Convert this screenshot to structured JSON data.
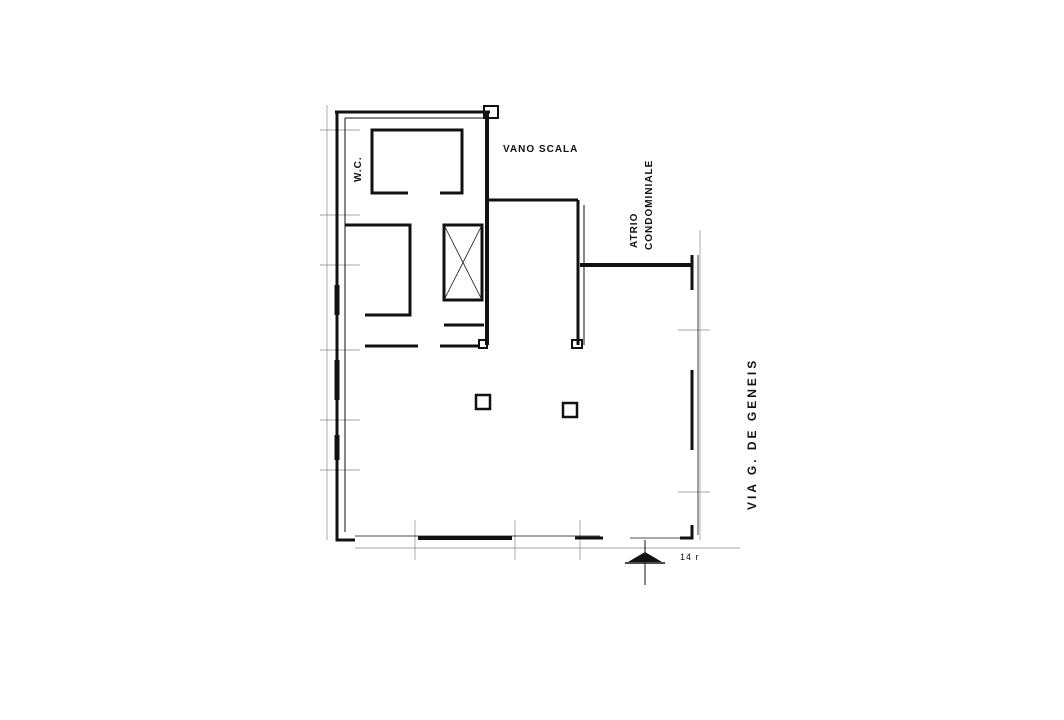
{
  "labels": {
    "stair": "VANO SCALA",
    "wc": "W.C.",
    "atrium_line1": "ATRIO",
    "atrium_line2": "CONDOMINIALE",
    "street": "VIA G. DE GENEIS",
    "dimension": "14 r"
  },
  "colors": {
    "ink": "#111111",
    "paper": "#ffffff"
  }
}
